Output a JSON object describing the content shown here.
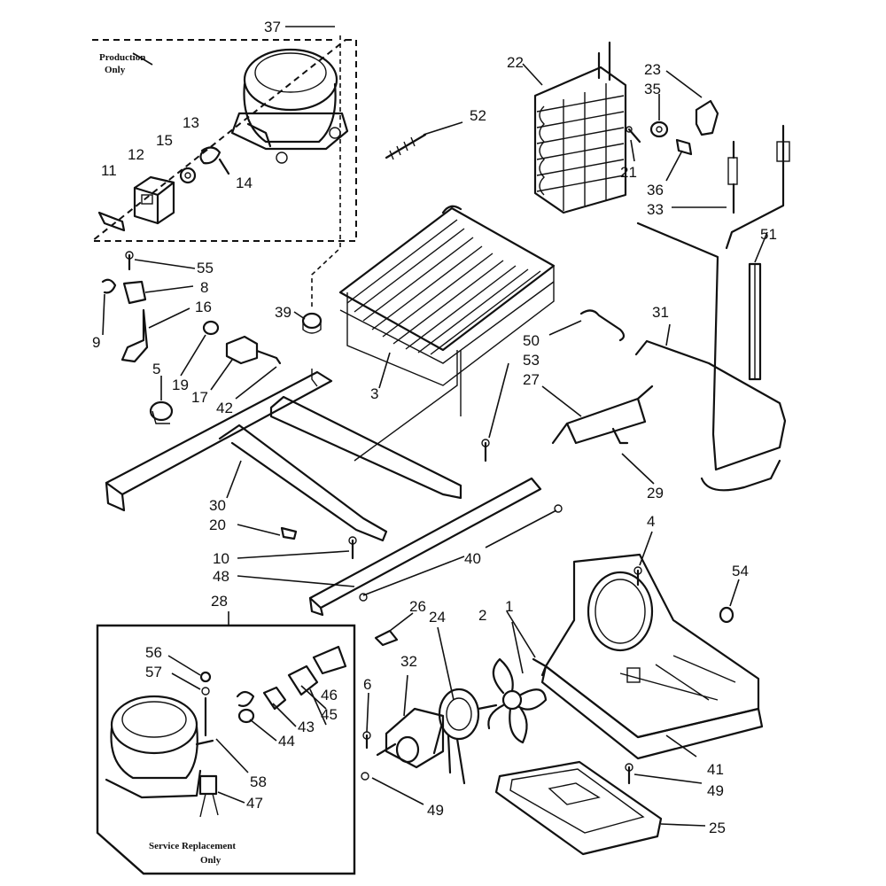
{
  "box_labels": {
    "production_line1": "Production",
    "production_line2": "Only",
    "service_line1": "Service Replacement",
    "service_line2": "Only"
  },
  "callouts": {
    "n1": "1",
    "n2": "2",
    "n3": "3",
    "n4": "4",
    "n5": "5",
    "n6": "6",
    "n8": "8",
    "n9": "9",
    "n10": "10",
    "n11": "11",
    "n12": "12",
    "n13": "13",
    "n14": "14",
    "n15": "15",
    "n16": "16",
    "n17": "17",
    "n19": "19",
    "n20": "20",
    "n21": "21",
    "n22": "22",
    "n23": "23",
    "n24": "24",
    "n25": "25",
    "n26": "26",
    "n27": "27",
    "n28": "28",
    "n29": "29",
    "n30": "30",
    "n31": "31",
    "n32": "32",
    "n33": "33",
    "n35": "35",
    "n36": "36",
    "n37": "37",
    "n39": "39",
    "n40": "40",
    "n41": "41",
    "n42": "42",
    "n43": "43",
    "n44": "44",
    "n45": "45",
    "n46": "46",
    "n47": "47",
    "n48": "48",
    "n49a": "49",
    "n49b": "49",
    "n50": "50",
    "n51": "51",
    "n52": "52",
    "n53": "53",
    "n54": "54",
    "n55": "55",
    "n56": "56",
    "n57": "57",
    "n58": "58"
  }
}
